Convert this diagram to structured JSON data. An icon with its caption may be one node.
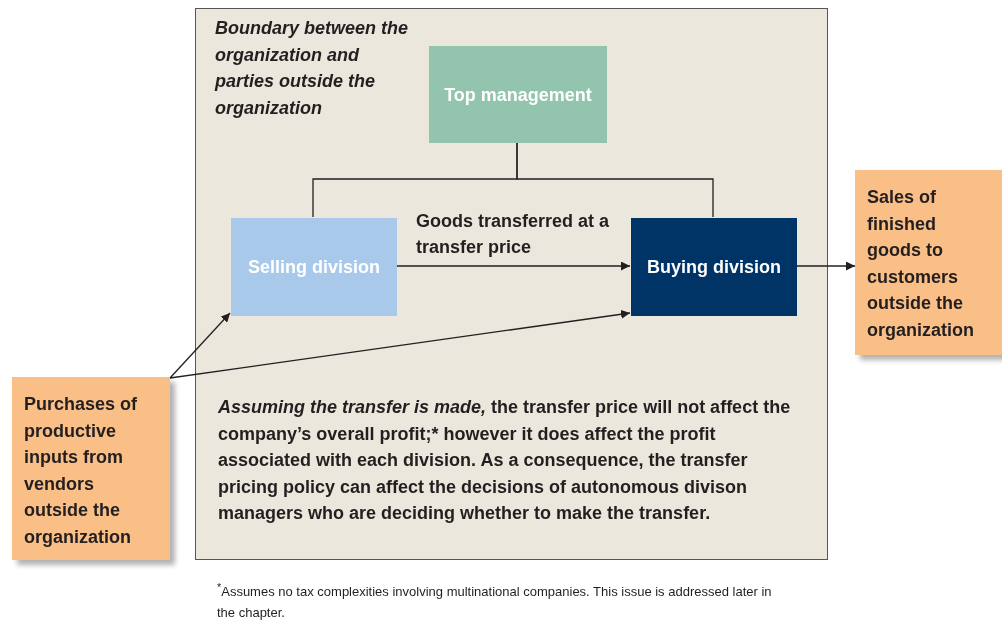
{
  "diagram": {
    "nodes": [
      {
        "text": [
          "Boundary between the organization and parties outside the organization",
          "*Assuming the transfer is made,* the transfer price will not affect the company’s overall profit;* however it does affect the profit associated with each division. As a consequence, the transfer pricing policy can affect the decisions of autonomous divison managers who are deciding whether to make the transfer."
        ]
      },
      {
        "text": [
          "Top management"
        ],
        "in": 0
      },
      {
        "text": [
          "Selling division"
        ],
        "in": 0
      },
      {
        "text": [
          "Buying division"
        ],
        "in": 0
      },
      {
        "text": [
          "Sales of finished goods to customers outside the organization"
        ]
      },
      {
        "text": [
          "Purchases of productive inputs from vendors outside the organization"
        ]
      }
    ],
    "edges": [
      {
        "from": 1,
        "to": 2,
        "arrow": "none"
      },
      {
        "from": 1,
        "to": 3,
        "arrow": "none"
      },
      {
        "from": 2,
        "to": 3,
        "arrow": "to",
        "label": "Goods transferred at a transfer price"
      },
      {
        "from": 3,
        "to": 4,
        "arrow": "to"
      },
      {
        "from": 5,
        "to": 2,
        "arrow": "to"
      },
      {
        "from": 5,
        "to": 3,
        "arrow": "to"
      }
    ],
    "labels": [
      "$^{*}$Assumes no tax complexities involving multinational companies. This issue is addressed later in the chapter."
    ]
  }
}
